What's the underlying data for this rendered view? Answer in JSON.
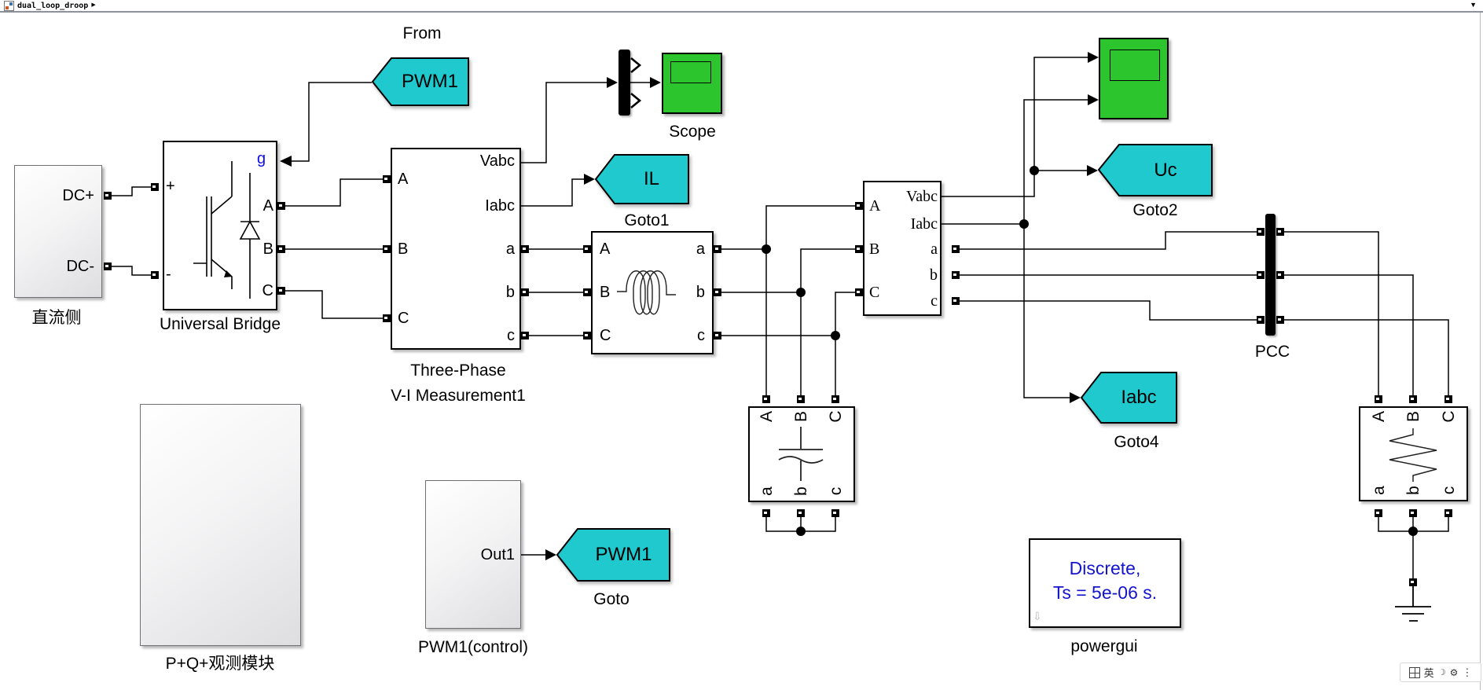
{
  "window": {
    "breadcrumb": "dual_loop_droop",
    "breadcrumb_arrow": "▶",
    "scroll_arrow": "▼"
  },
  "colors": {
    "tag_cyan": "#1fc9ce",
    "scope_green": "#2dc52d",
    "powergui_blue": "#1414cd",
    "wire": "#000000"
  },
  "blocks": {
    "dc_side": {
      "label": "直流侧",
      "ports": [
        "DC+",
        "DC-"
      ]
    },
    "universal_bridge": {
      "label": "Universal Bridge",
      "gate_port": "g",
      "plus_port": "+",
      "minus_port": "-",
      "output_ports": [
        "A",
        "B",
        "C"
      ]
    },
    "vi_meas1": {
      "label_line1": "Three-Phase",
      "label_line2": "V-I Measurement1",
      "left_ports": [
        "A",
        "B",
        "C"
      ],
      "right_ports": [
        "Vabc",
        "Iabc",
        "a",
        "b",
        "c"
      ]
    },
    "lc_branch": {
      "left_ports": [
        "A",
        "B",
        "C"
      ],
      "right_ports": [
        "a",
        "b",
        "c"
      ]
    },
    "scope1": {
      "label": "Scope"
    },
    "from_pwm1": {
      "label": "From",
      "tag": "PWM1"
    },
    "goto_il": {
      "label": "Goto1",
      "tag": "IL"
    },
    "vi_meas2": {
      "left_ports": [
        "A",
        "B",
        "C"
      ],
      "right_ports": [
        "Vabc",
        "Iabc",
        "a",
        "b",
        "c"
      ]
    },
    "goto_uc": {
      "label": "Goto2",
      "tag": "Uc"
    },
    "goto_iabc": {
      "label": "Goto4",
      "tag": "Iabc"
    },
    "pcc": {
      "label": "PCC"
    },
    "capacitor_bank": {
      "top_ports": [
        "A",
        "B",
        "C"
      ],
      "bottom_ports": [
        "a",
        "b",
        "c"
      ]
    },
    "load": {
      "top_ports": [
        "A",
        "B",
        "C"
      ],
      "bottom_ports": [
        "a",
        "b",
        "c"
      ]
    },
    "pq_observer": {
      "label": "P+Q+观测模块"
    },
    "pwm1_control": {
      "label": "PWM1(control)",
      "port": "Out1"
    },
    "goto_pwm1": {
      "label": "Goto",
      "tag": "PWM1"
    },
    "powergui": {
      "text_line1": "Discrete,",
      "text_line2": "Ts = 5e-06 s.",
      "label": "powergui"
    }
  },
  "ime_bar": {
    "lang": "英",
    "moon": "☽",
    "gear": "⚙",
    "more": "⋮"
  }
}
